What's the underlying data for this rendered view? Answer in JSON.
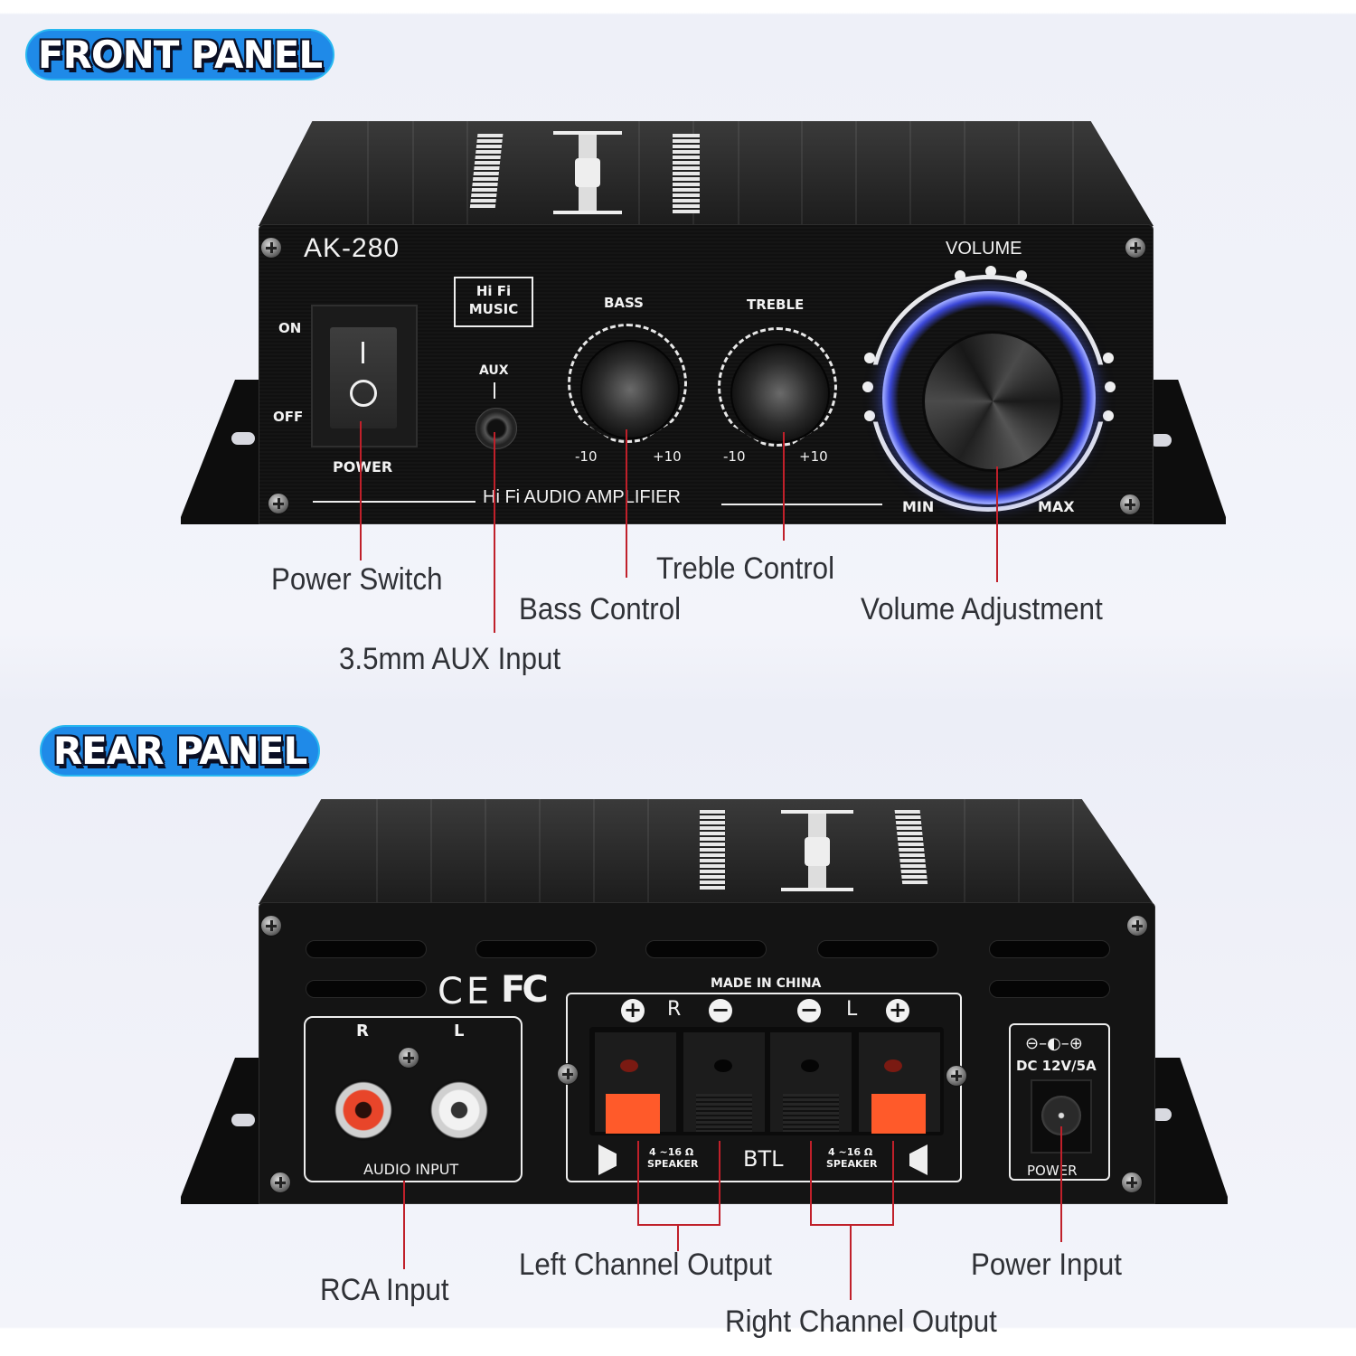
{
  "front_panel": {
    "section_label": "FRONT PANEL",
    "model": "AK-280",
    "hifi_badge": [
      "Hi Fi",
      "MUSIC"
    ],
    "power_switch": {
      "on_label": "ON",
      "off_label": "OFF",
      "label": "POWER",
      "glyph_on": "I",
      "glyph_off": "O"
    },
    "aux": {
      "label": "AUX"
    },
    "bass": {
      "label": "BASS",
      "min": "-10",
      "max": "+10"
    },
    "treble": {
      "label": "TREBLE",
      "min": "-10",
      "max": "+10"
    },
    "volume": {
      "label": "VOLUME",
      "min": "MIN",
      "max": "MAX",
      "led_color": "#4a5cff"
    },
    "footer_text": "Hi Fi AUDIO AMPLIFIER",
    "callouts": {
      "power_switch": "Power Switch",
      "aux_input": "3.5mm AUX Input",
      "bass_control": "Bass Control",
      "treble_control": "Treble Control",
      "volume_adjustment": "Volume Adjustment"
    }
  },
  "rear_panel": {
    "section_label": "REAR PANEL",
    "certifications": [
      "CE",
      "FC"
    ],
    "audio_input": {
      "r_label": "R",
      "l_label": "L",
      "label": "AUDIO INPUT",
      "r_color": "#e8452a",
      "l_color": "#f2f2f2"
    },
    "speaker_block": {
      "header": "MADE IN CHINA",
      "terminals": [
        {
          "sign": "+",
          "channel": "R",
          "color": "#ff5a2a"
        },
        {
          "sign": "−",
          "channel": "R",
          "color": "#1a1a1a"
        },
        {
          "sign": "−",
          "channel": "L",
          "color": "#1a1a1a"
        },
        {
          "sign": "+",
          "channel": "L",
          "color": "#ff5a2a"
        }
      ],
      "r_label": "R",
      "l_label": "L",
      "impedance": "4 ~16 Ω",
      "speaker_label": "SPEAKER",
      "mode": "BTL"
    },
    "power": {
      "polarity": "⊖–◐–⊕",
      "rating": "DC 12V/5A",
      "label": "POWER"
    },
    "callouts": {
      "rca_input": "RCA Input",
      "left_channel_output": "Left Channel Output",
      "right_channel_output": "Right Channel Output",
      "power_input": "Power Input"
    }
  },
  "colors": {
    "pill_blue": "#1f8ae8",
    "leader_red": "#c0202a",
    "chassis": "#141414",
    "callout_text": "#2f3136"
  }
}
